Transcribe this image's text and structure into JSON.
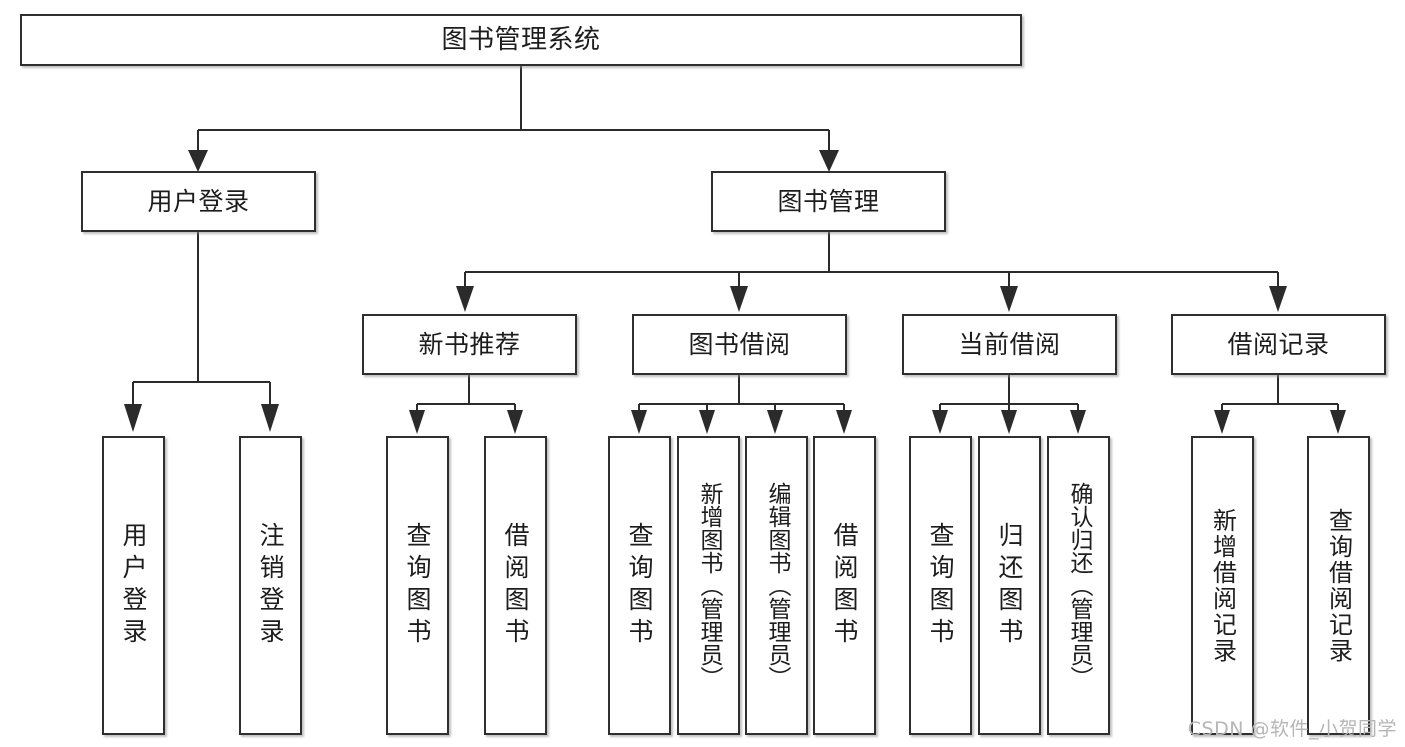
{
  "diagram": {
    "title": "图书管理系统",
    "watermark": "CSDN @软件_小贺同学",
    "root": {
      "label": "图书管理系统"
    },
    "level2": [
      {
        "label": "用户登录"
      },
      {
        "label": "图书管理"
      }
    ],
    "level3": [
      {
        "label": "新书推荐"
      },
      {
        "label": "图书借阅"
      },
      {
        "label": "当前借阅"
      },
      {
        "label": "借阅记录"
      }
    ],
    "leaves": {
      "user_login": [
        {
          "label": "用户登录"
        },
        {
          "label": "注销登录"
        }
      ],
      "new_book": [
        {
          "label": "查询图书"
        },
        {
          "label": "借阅图书"
        }
      ],
      "book_borrow": [
        {
          "label": "查询图书"
        },
        {
          "label": "新增图书（管理员）"
        },
        {
          "label": "编辑图书（管理员）"
        },
        {
          "label": "借阅图书"
        }
      ],
      "current_borrow": [
        {
          "label": "查询图书"
        },
        {
          "label": "归还图书"
        },
        {
          "label": "确认归还（管理员）"
        }
      ],
      "borrow_record": [
        {
          "label": "新增借阅记录"
        },
        {
          "label": "查询借阅记录"
        }
      ]
    },
    "colors": {
      "line": "#2b2b2b",
      "box_border": "#2f2f2f",
      "text": "#1d1d1d",
      "background": "#ffffff",
      "watermark": "#b6b6b6"
    }
  }
}
